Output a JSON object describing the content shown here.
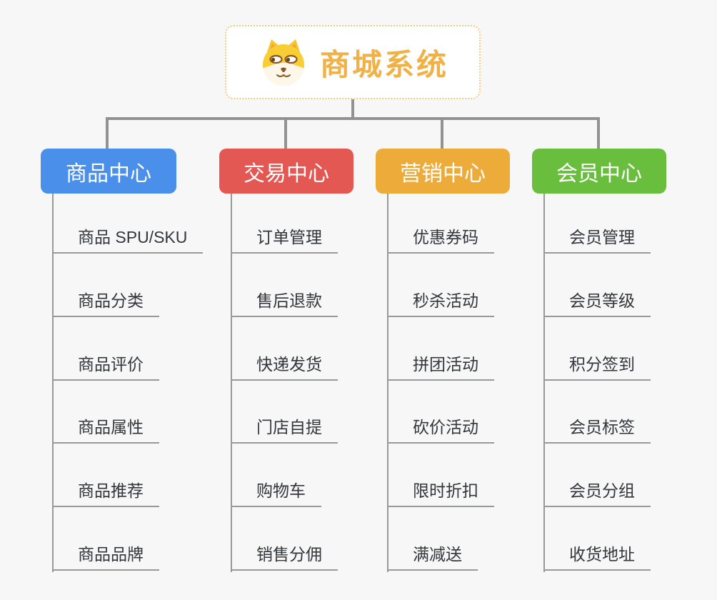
{
  "root": {
    "title": "商城系统",
    "icon": "shiba-dog-icon",
    "title_color": "#F0B147",
    "border_color": "#F6C87E"
  },
  "branches": [
    {
      "label": "商品中心",
      "color": "#4A8FE9",
      "items": [
        "商品 SPU/SKU",
        "商品分类",
        "商品评价",
        "商品属性",
        "商品推荐",
        "商品品牌"
      ]
    },
    {
      "label": "交易中心",
      "color": "#E35853",
      "items": [
        "订单管理",
        "售后退款",
        "快递发货",
        "门店自提",
        "购物车",
        "销售分佣"
      ]
    },
    {
      "label": "营销中心",
      "color": "#EDAB3A",
      "items": [
        "优惠券码",
        "秒杀活动",
        "拼团活动",
        "砍价活动",
        "限时折扣",
        "满减送"
      ]
    },
    {
      "label": "会员中心",
      "color": "#69BE3E",
      "items": [
        "会员管理",
        "会员等级",
        "积分签到",
        "会员标签",
        "会员分组",
        "收货地址"
      ]
    }
  ],
  "colors": {
    "background": "#F7F7F7",
    "connector": "#929292",
    "item_line": "#999999",
    "item_text": "#33373C"
  }
}
